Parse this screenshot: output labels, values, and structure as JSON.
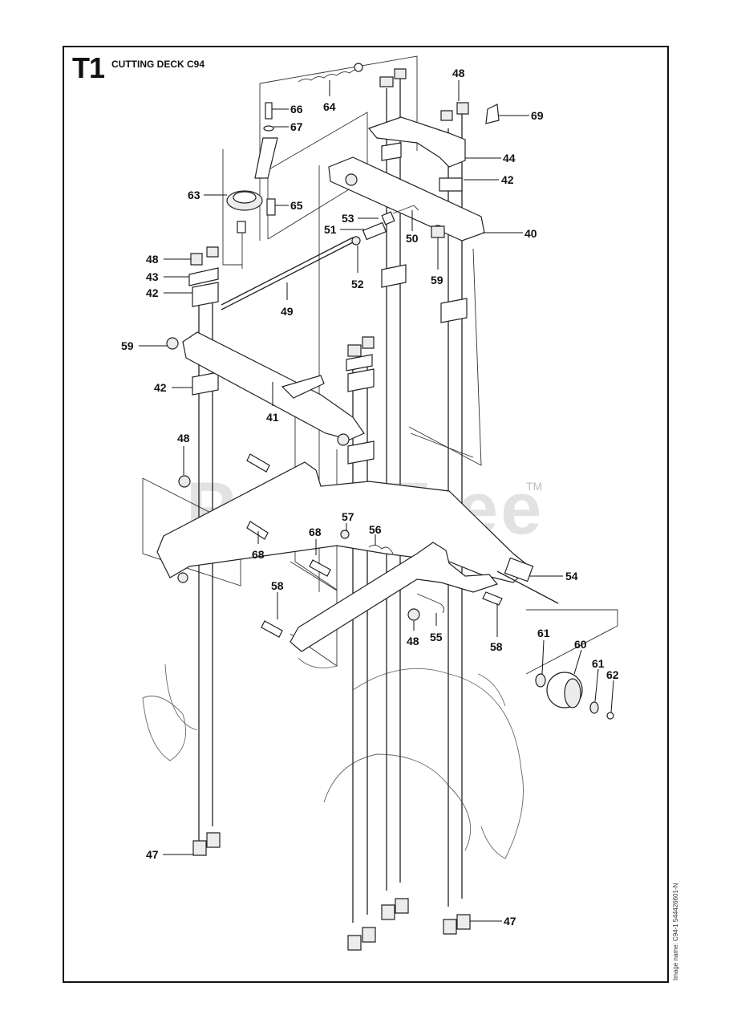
{
  "page": {
    "section_code": "T1",
    "title": "CUTTING DECK C94",
    "side_caption": "Image name: C94-1 544426601-N",
    "watermark": "PartsTree",
    "watermark_tm": "TM"
  },
  "callouts": [
    {
      "id": "64",
      "label": "64"
    },
    {
      "id": "66",
      "label": "66"
    },
    {
      "id": "67",
      "label": "67"
    },
    {
      "id": "63",
      "label": "63"
    },
    {
      "id": "65",
      "label": "65"
    },
    {
      "id": "48a",
      "label": "48"
    },
    {
      "id": "69",
      "label": "69"
    },
    {
      "id": "44",
      "label": "44"
    },
    {
      "id": "42a",
      "label": "42"
    },
    {
      "id": "53",
      "label": "53"
    },
    {
      "id": "51",
      "label": "51"
    },
    {
      "id": "50",
      "label": "50"
    },
    {
      "id": "40",
      "label": "40"
    },
    {
      "id": "59a",
      "label": "59"
    },
    {
      "id": "52",
      "label": "52"
    },
    {
      "id": "48b",
      "label": "48"
    },
    {
      "id": "43",
      "label": "43"
    },
    {
      "id": "42b",
      "label": "42"
    },
    {
      "id": "49",
      "label": "49"
    },
    {
      "id": "59b",
      "label": "59"
    },
    {
      "id": "42c",
      "label": "42"
    },
    {
      "id": "41",
      "label": "41"
    },
    {
      "id": "48c",
      "label": "48"
    },
    {
      "id": "68a",
      "label": "68"
    },
    {
      "id": "57",
      "label": "57"
    },
    {
      "id": "56",
      "label": "56"
    },
    {
      "id": "68b",
      "label": "68"
    },
    {
      "id": "54",
      "label": "54"
    },
    {
      "id": "58a",
      "label": "58"
    },
    {
      "id": "48d",
      "label": "48"
    },
    {
      "id": "55",
      "label": "55"
    },
    {
      "id": "58b",
      "label": "58"
    },
    {
      "id": "61a",
      "label": "61"
    },
    {
      "id": "60",
      "label": "60"
    },
    {
      "id": "61b",
      "label": "61"
    },
    {
      "id": "62",
      "label": "62"
    },
    {
      "id": "47a",
      "label": "47"
    },
    {
      "id": "47b",
      "label": "47"
    }
  ]
}
